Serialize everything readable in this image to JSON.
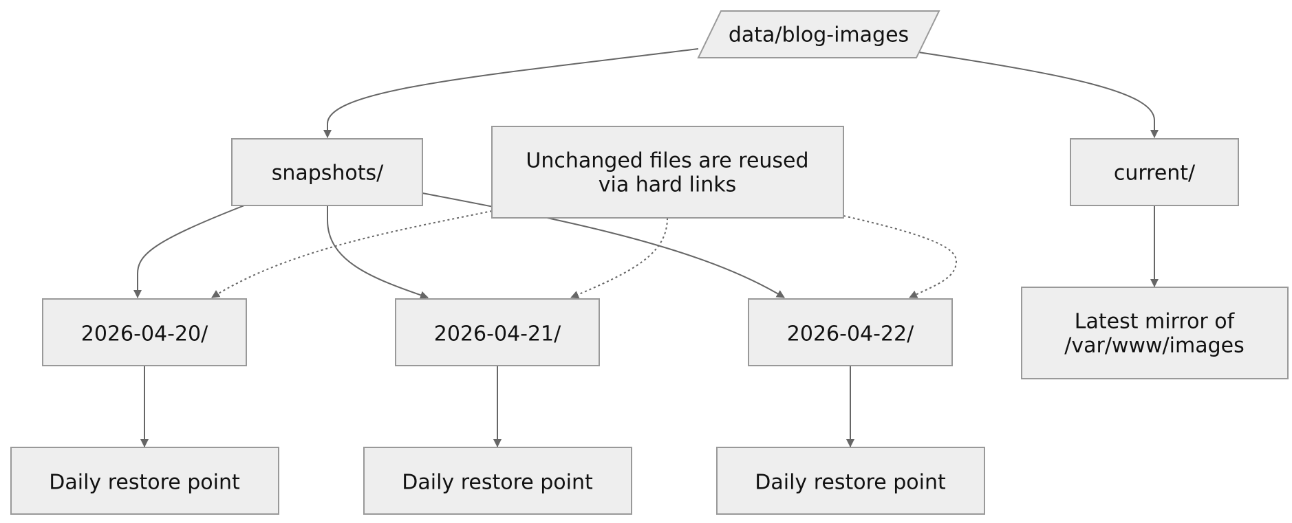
{
  "nodes": {
    "root": {
      "label": "data/blog-images"
    },
    "snapshots": {
      "label": "snapshots/"
    },
    "note": {
      "line1": "Unchanged files are reused",
      "line2": "via hard links"
    },
    "current": {
      "label": "current/"
    },
    "snap_0420": {
      "label": "2026-04-20/"
    },
    "snap_0421": {
      "label": "2026-04-21/"
    },
    "snap_0422": {
      "label": "2026-04-22/"
    },
    "mirror": {
      "line1": "Latest mirror of",
      "line2": "/var/www/images"
    },
    "restore_0420": {
      "label": "Daily restore point"
    },
    "restore_0421": {
      "label": "Daily restore point"
    },
    "restore_0422": {
      "label": "Daily restore point"
    }
  },
  "colors": {
    "node_fill": "#eeeeee",
    "node_stroke": "#999999",
    "edge": "#666666",
    "text": "#111111"
  }
}
